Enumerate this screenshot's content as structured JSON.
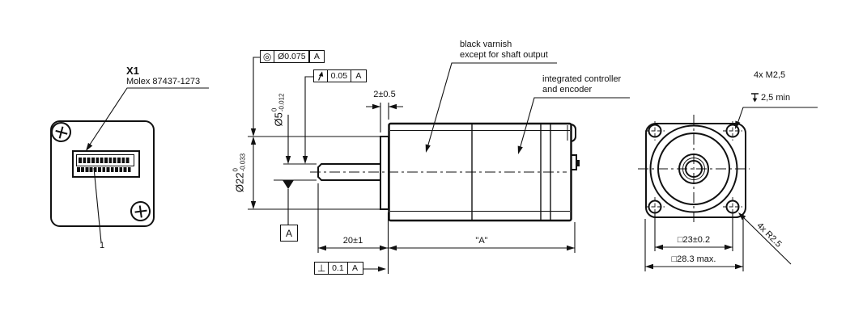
{
  "colors": {
    "ink": "#111111",
    "background": "#ffffff"
  },
  "left_view": {
    "title": "X1",
    "subtitle": "Molex 87437-1273",
    "pin_one": "1"
  },
  "side_view": {
    "fcf_concentricity": {
      "symbol": "◎",
      "tolerance": "Ø0.075",
      "datum": "A"
    },
    "fcf_runout": {
      "tolerance": "0.05",
      "datum": "A"
    },
    "fcf_perpendicularity": {
      "symbol": "⊥",
      "tolerance": "0.1",
      "datum": "A"
    },
    "shaft_dia": {
      "nominal": "Ø5",
      "tol_upper": "0",
      "tol_lower": "-0.012"
    },
    "pilot_dia": {
      "nominal": "Ø22",
      "tol_upper": "0",
      "tol_lower": "-0.033"
    },
    "pilot_length": "2±0.5",
    "shaft_length": "20±1",
    "body_length": "\"A\"",
    "datum_flag": "A",
    "note_finish_line1": "black varnish",
    "note_finish_line2": "except for shaft output",
    "note_controller_line1": "integrated controller",
    "note_controller_line2": "and encoder"
  },
  "right_view": {
    "thread_note": "4x M2,5",
    "depth_note": "2,5 min",
    "corner_radius_note": "4x R2.5",
    "hole_spacing": "□23±0.2",
    "flange_size": "□28.3 max."
  }
}
